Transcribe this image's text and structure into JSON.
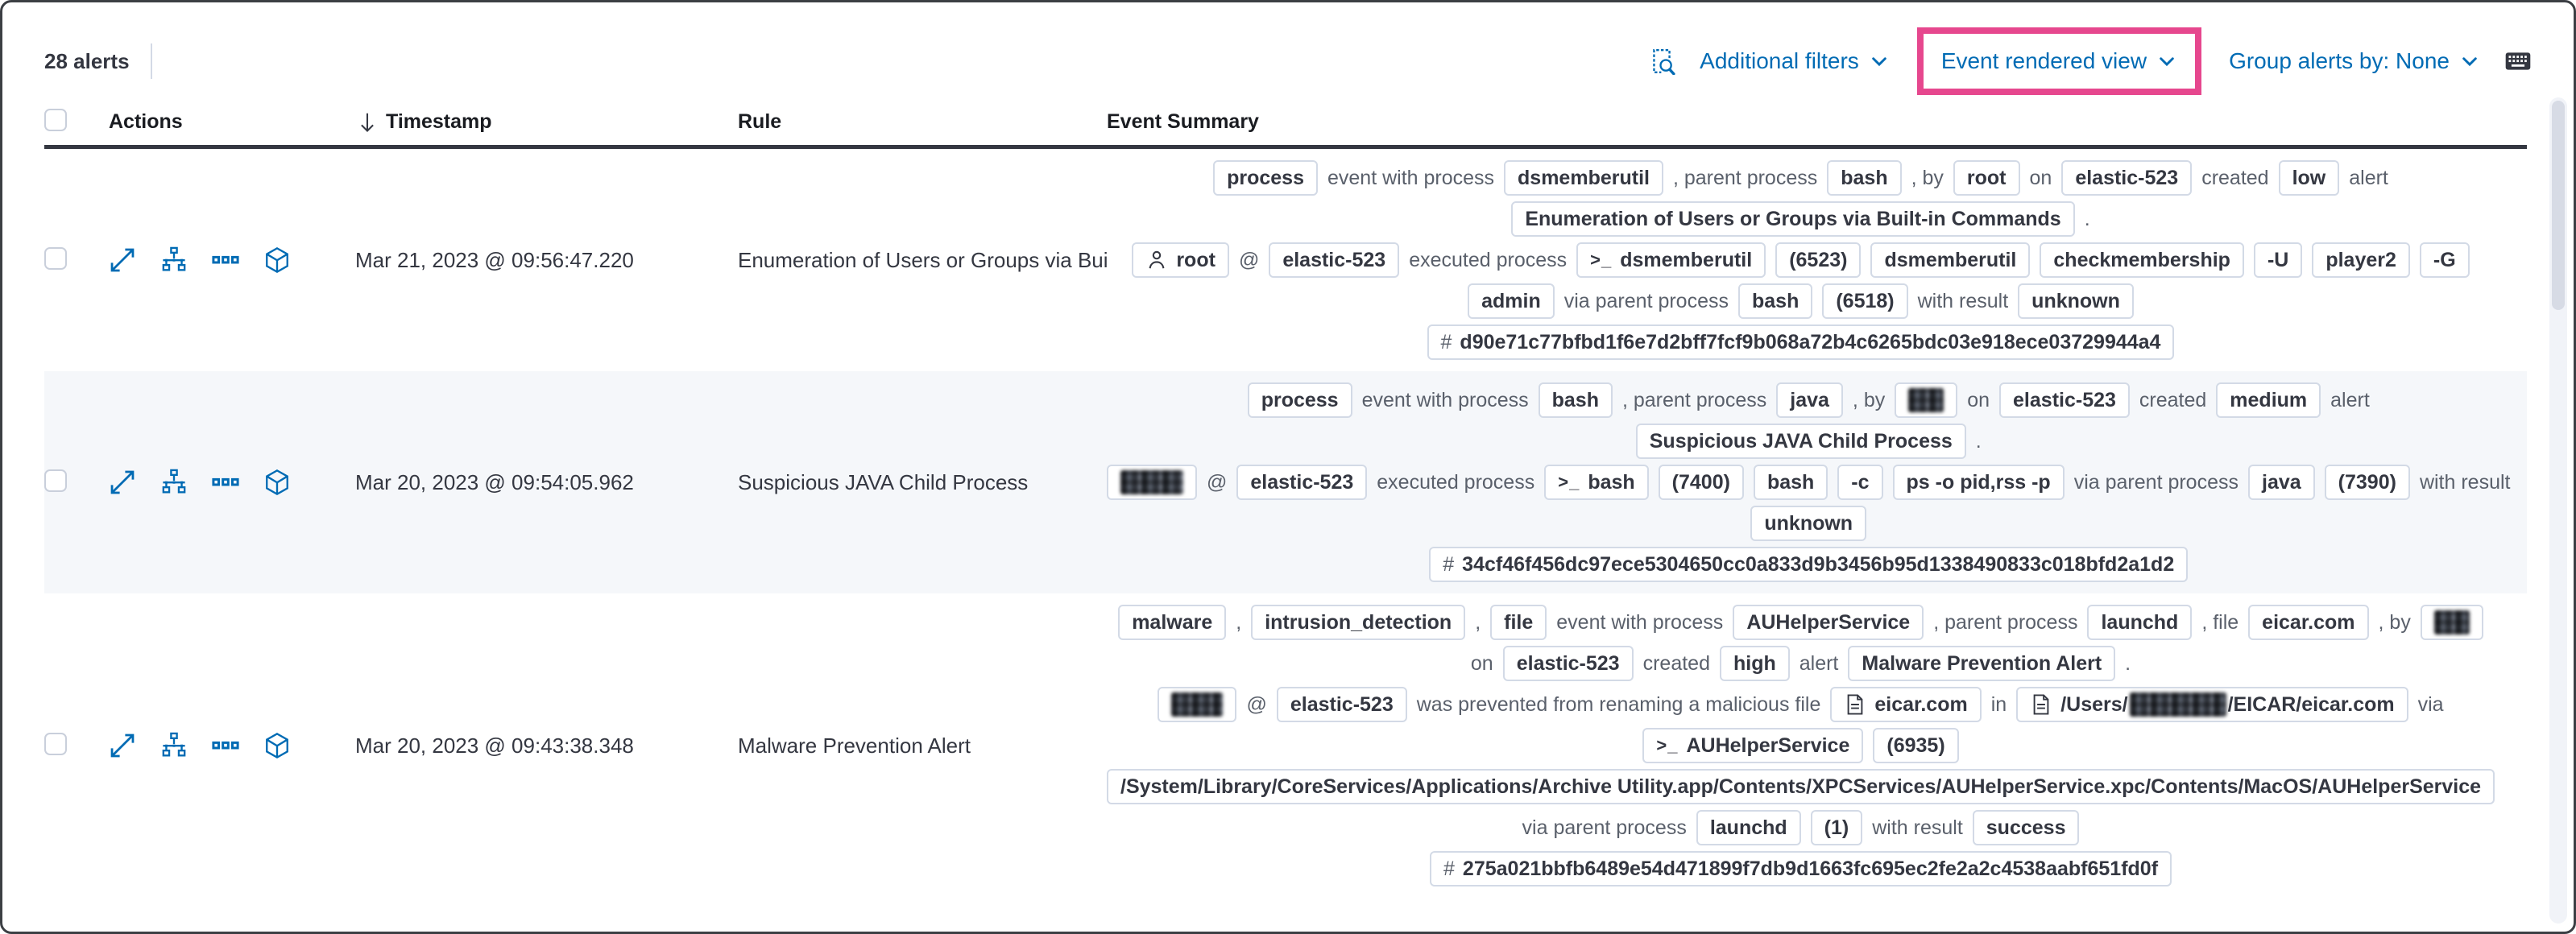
{
  "toolbar": {
    "alert_count": "28 alerts",
    "additional_filters_label": "Additional filters",
    "view_selector_label": "Event rendered view",
    "group_by_label": "Group alerts by: None",
    "link_color": "#006bb4",
    "highlight_color": "#e6478e"
  },
  "table": {
    "headers": {
      "actions": "Actions",
      "timestamp": "Timestamp",
      "rule": "Rule",
      "summary": "Event Summary"
    },
    "row_actions": [
      "expand-alert-icon",
      "analyze-event-icon",
      "more-actions-icon",
      "open-session-view-icon"
    ]
  },
  "rows": [
    {
      "timestamp": "Mar 21, 2023 @ 09:56:47.220",
      "rule": "Enumeration of Users or Groups via Bui",
      "striped": false,
      "summary_lines": [
        [
          {
            "b": "process"
          },
          {
            "t": "event with process"
          },
          {
            "b": "dsmemberutil"
          },
          {
            "t": ", parent process"
          },
          {
            "b": "bash"
          },
          {
            "t": ", by"
          },
          {
            "b": "root"
          },
          {
            "t": "on"
          },
          {
            "b": "elastic-523"
          },
          {
            "t": "created"
          },
          {
            "b": "low"
          },
          {
            "t": "alert"
          }
        ],
        [
          {
            "b": "Enumeration of Users or Groups via Built-in Commands"
          },
          {
            "t": "."
          }
        ],
        [
          {
            "b": "root",
            "icon": "user-icon"
          },
          {
            "t": "@"
          },
          {
            "b": "elastic-523"
          },
          {
            "t": "executed process"
          },
          {
            "b": "dsmemberutil",
            "icon": "terminal-icon"
          },
          {
            "b": "(6523)"
          },
          {
            "b": "dsmemberutil"
          },
          {
            "b": "checkmembership"
          },
          {
            "b": "-U"
          },
          {
            "b": "player2"
          },
          {
            "b": "-G"
          }
        ],
        [
          {
            "b": "admin"
          },
          {
            "t": "via parent process"
          },
          {
            "b": "bash"
          },
          {
            "b": "(6518)"
          },
          {
            "t": "with result"
          },
          {
            "b": "unknown"
          }
        ],
        [
          {
            "b": "d90e71c77bfbd1f6e7d2bff7fcf9b068a72b4c6265bdc03e918ece03729944a4",
            "icon": "hash-icon"
          }
        ]
      ]
    },
    {
      "timestamp": "Mar 20, 2023 @ 09:54:05.962",
      "rule": "Suspicious JAVA Child Process",
      "striped": true,
      "summary_lines": [
        [
          {
            "b": "process"
          },
          {
            "t": "event with process"
          },
          {
            "b": "bash"
          },
          {
            "t": ", parent process"
          },
          {
            "b": "java"
          },
          {
            "t": ", by"
          },
          {
            "b": "",
            "redacted": 44
          },
          {
            "t": "on"
          },
          {
            "b": "elastic-523"
          },
          {
            "t": "created"
          },
          {
            "b": "medium"
          },
          {
            "t": "alert"
          }
        ],
        [
          {
            "b": "Suspicious JAVA Child Process"
          },
          {
            "t": "."
          }
        ],
        [
          {
            "b": "",
            "redacted": 78
          },
          {
            "t": "@"
          },
          {
            "b": "elastic-523"
          },
          {
            "t": "executed process"
          },
          {
            "b": "bash",
            "icon": "terminal-icon"
          },
          {
            "b": "(7400)"
          },
          {
            "b": "bash"
          },
          {
            "b": "-c"
          },
          {
            "b": "ps -o pid,rss -p"
          },
          {
            "t": "via parent process"
          },
          {
            "b": "java"
          },
          {
            "b": "(7390)"
          },
          {
            "t": "with result"
          }
        ],
        [
          {
            "b": "unknown"
          }
        ],
        [
          {
            "b": "34cf46f456dc97ece5304650cc0a833d9b3456b95d1338490833c018bfd2a1d2",
            "icon": "hash-icon"
          }
        ]
      ]
    },
    {
      "timestamp": "Mar 20, 2023 @ 09:43:38.348",
      "rule": "Malware Prevention Alert",
      "striped": false,
      "summary_lines": [
        [
          {
            "b": "malware"
          },
          {
            "t": ","
          },
          {
            "b": "intrusion_detection"
          },
          {
            "t": ","
          },
          {
            "b": "file"
          },
          {
            "t": "event with process"
          },
          {
            "b": "AUHelperService"
          },
          {
            "t": ", parent process"
          },
          {
            "b": "launchd"
          },
          {
            "t": ", file"
          },
          {
            "b": "eicar.com"
          },
          {
            "t": ", by"
          },
          {
            "b": "",
            "redacted": 44
          }
        ],
        [
          {
            "t": "on"
          },
          {
            "b": "elastic-523"
          },
          {
            "t": "created"
          },
          {
            "b": "high"
          },
          {
            "t": "alert"
          },
          {
            "b": "Malware Prevention Alert"
          },
          {
            "t": "."
          }
        ],
        [
          {
            "b": "",
            "redacted": 64
          },
          {
            "t": "@"
          },
          {
            "b": "elastic-523"
          },
          {
            "t": "was prevented from renaming a malicious file"
          },
          {
            "b": "eicar.com",
            "icon": "file-icon"
          },
          {
            "t": "in"
          },
          {
            "b": "",
            "icon": "file-icon",
            "parts": [
              {
                "t": "/Users/"
              },
              {
                "r": 120
              },
              {
                "t": "/EICAR/eicar.com"
              }
            ]
          },
          {
            "t": "via"
          }
        ],
        [
          {
            "b": "AUHelperService",
            "icon": "terminal-icon"
          },
          {
            "b": "(6935)"
          }
        ],
        [
          {
            "b": "/System/Library/CoreServices/Applications/Archive Utility.app/Contents/XPCServices/AUHelperService.xpc/Contents/MacOS/AUHelperService"
          }
        ],
        [
          {
            "t": "via parent process"
          },
          {
            "b": "launchd"
          },
          {
            "b": "(1)"
          },
          {
            "t": "with result"
          },
          {
            "b": "success"
          }
        ],
        [
          {
            "b": "275a021bbfb6489e54d471899f7db9d1663fc695ec2fe2a2c4538aabf651fd0f",
            "icon": "hash-icon"
          }
        ]
      ]
    }
  ]
}
